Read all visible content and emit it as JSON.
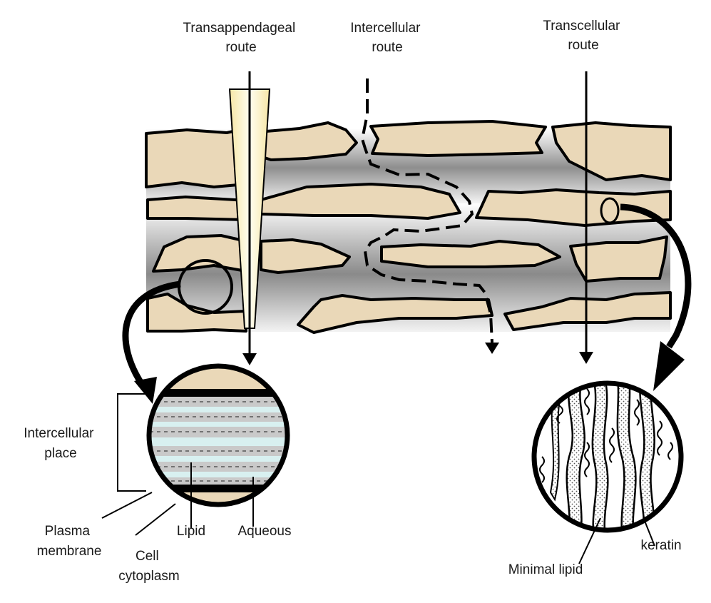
{
  "labels": {
    "transappendageal": [
      "Transappendageal",
      "route"
    ],
    "intercellular": [
      "Intercellular",
      "route"
    ],
    "transcellular": [
      "Transcellular",
      "route"
    ],
    "intercellular_place": [
      "Intercellular",
      "place"
    ],
    "plasma_membrane": [
      "Plasma",
      "membrane"
    ],
    "cell_cytoplasm": [
      "Cell",
      "cytoplasm"
    ],
    "lipid": "Lipid",
    "aqueous": "Aqueous",
    "minimal_lipid": "Minimal lipid",
    "keratin": "keratin"
  },
  "colors": {
    "corneocyte": "#ead8b8",
    "lipid_layer": "#c9c9c9",
    "aqueous_layer": "#d8f0f0",
    "appendage_duct": "#fbf4c8"
  }
}
